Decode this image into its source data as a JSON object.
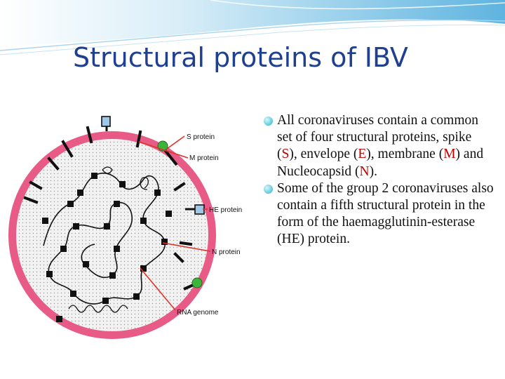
{
  "slide": {
    "title": "Structural proteins of IBV"
  },
  "diagram": {
    "labels": {
      "s_protein": "S protein",
      "m_protein": "M protein",
      "he_protein": "HE protein",
      "n_protein": "N protein",
      "rna_genome": "RNA genome"
    },
    "colors": {
      "envelope": "#e75b86",
      "interior": "#eeeeee",
      "s_protein_head": "#3cb43c",
      "he_protein_head": "#9ec8e8",
      "pointer": "#e0332b"
    }
  },
  "bullets": [
    {
      "parts": [
        "All coronaviruses contain a common set of four structural proteins, spike (",
        "S",
        "), envelope (",
        "E",
        "), membrane (",
        "M",
        ") and Nucleocapsid (",
        "N",
        ")."
      ]
    },
    {
      "parts": [
        "Some of the group 2 coronaviruses also contain a fifth structural protein in the form of the haemagglutinin-esterase (HE) protein."
      ]
    }
  ],
  "theme": {
    "title_color": "#1f3f8f",
    "bullet_color": "#22b5c9",
    "highlight_color": "#c00000"
  }
}
